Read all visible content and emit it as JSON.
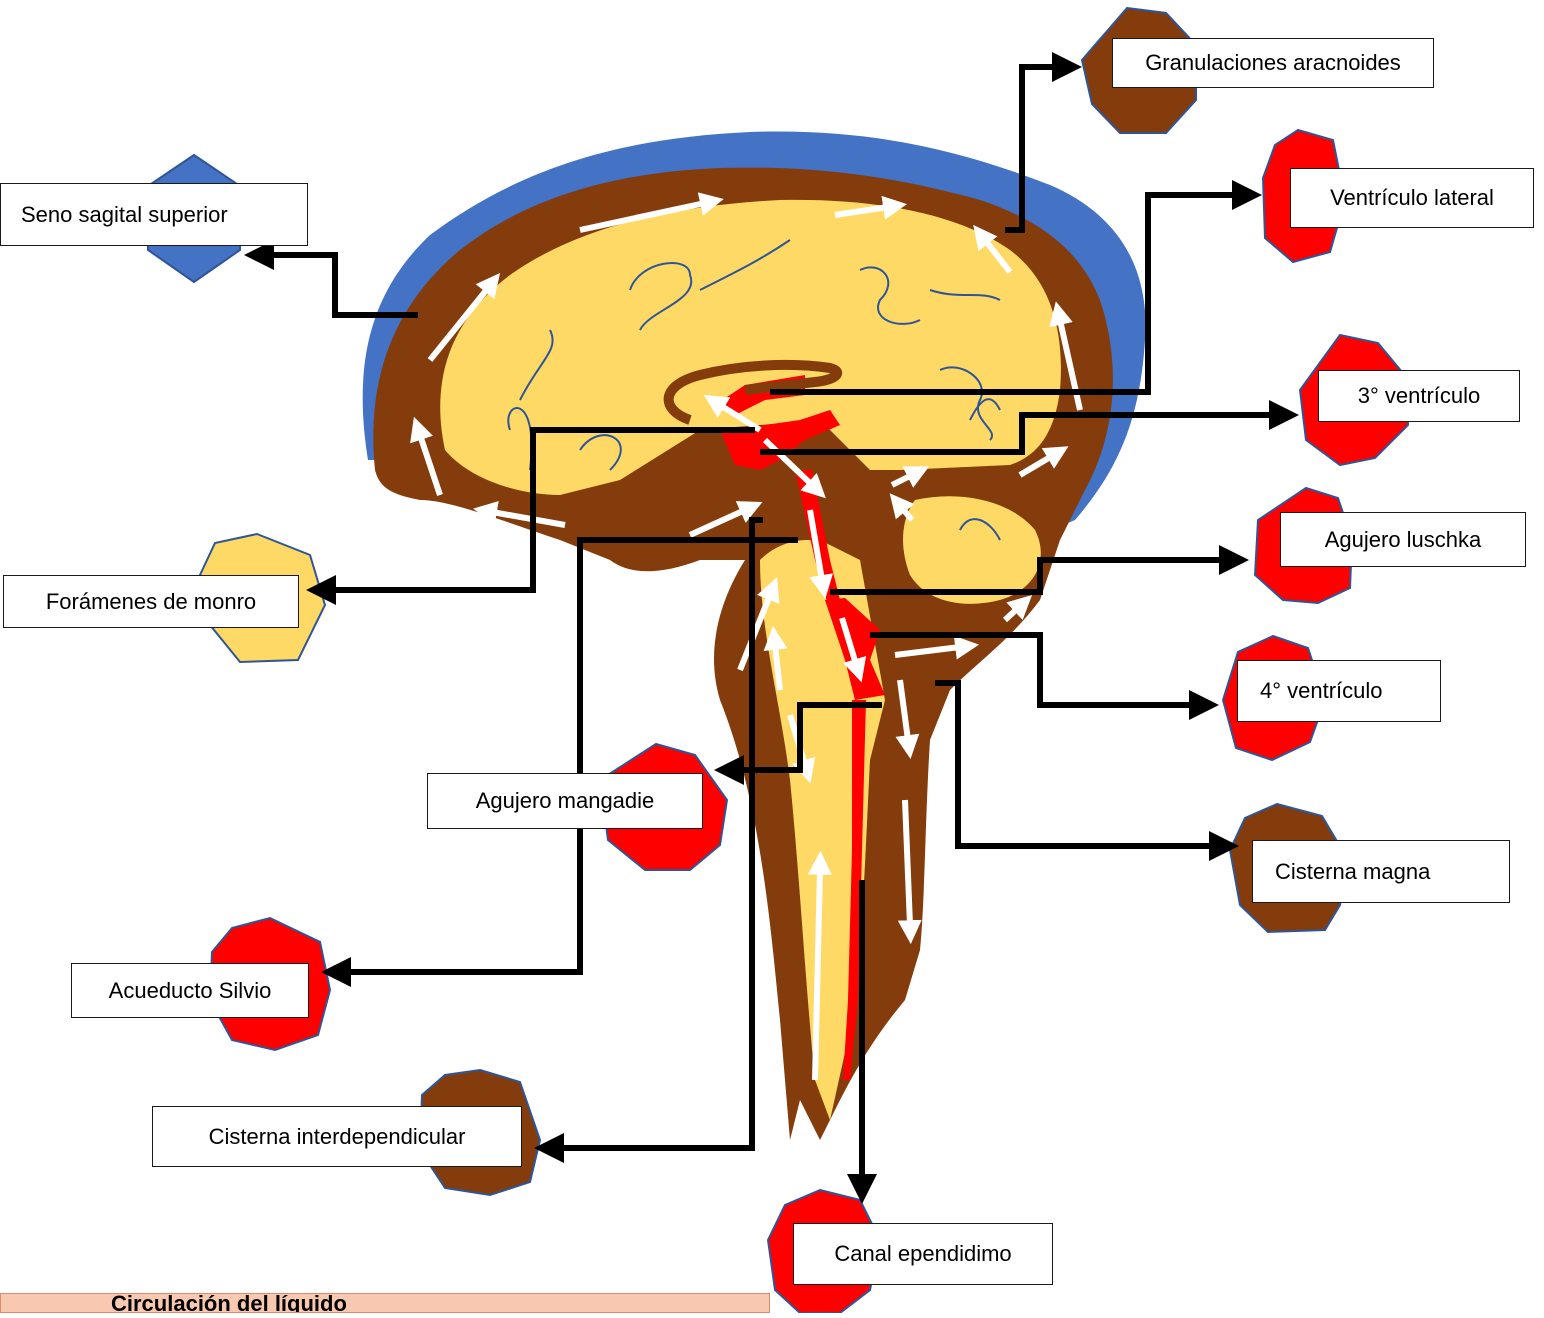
{
  "colors": {
    "csf_blue": "#4472c4",
    "meninges_brown": "#843c0c",
    "brain_tissue": "#ffd966",
    "ventricle_red": "#ff0000",
    "flow_arrow": "#ffffff",
    "leader_line": "#000000",
    "caption_fill": "#f8c8b0"
  },
  "labels": {
    "granulaciones": "Granulaciones aracnoides",
    "seno_sagital": "Seno sagital superior",
    "ventriculo_lateral": "Ventrículo lateral",
    "tercer_ventriculo": "3° ventrículo",
    "monro": "Forámenes de monro",
    "luschka": "Agujero luschka",
    "cuarto_ventriculo": "4° ventrículo",
    "magendie": "Agujero mangadie",
    "cisterna_magna": "Cisterna magna",
    "silvio": "Acueducto Silvio",
    "interpeduncular": "Cisterna interdependicular",
    "ependimo": "Canal ependidimo"
  },
  "caption": {
    "text": "Circulación del líquido"
  }
}
